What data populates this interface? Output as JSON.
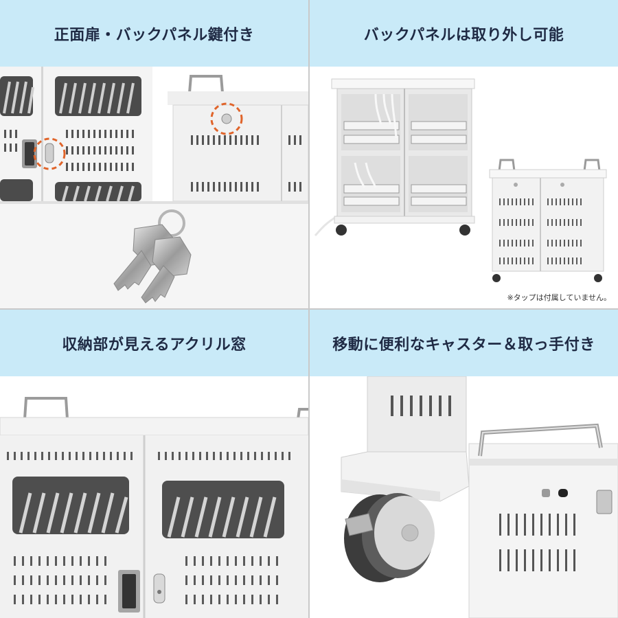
{
  "panels": [
    {
      "title": "正面扉・バックパネル鍵付き"
    },
    {
      "title": "バックパネルは取り外し可能",
      "note": "※タップは付属していません。"
    },
    {
      "title": "収納部が見えるアクリル窓"
    },
    {
      "title": "移動に便利なキャスター＆取っ手付き"
    }
  ],
  "colors": {
    "banner": "#c9eaf8",
    "title_text": "#1f2a44",
    "lock_highlight": "#e0642a",
    "cabinet": "#f3f3f3"
  }
}
